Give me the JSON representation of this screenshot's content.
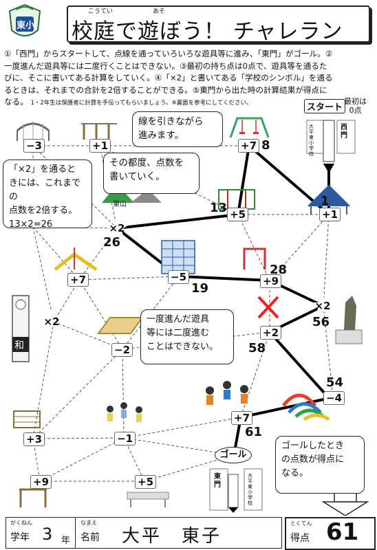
{
  "header": {
    "logo_text": "東小",
    "title": "校庭で遊ぼう！ チャレラン",
    "title_ruby_1": "こうてい",
    "title_ruby_2": "あそ"
  },
  "instructions": {
    "line1": "①「西門」からスタートして、点線を通っていろいろな遊具等に進み、「東門」がゴール。②",
    "line2": "一度進んだ遊具等には二度行くことはできない。③最初の持ち点は0点で、遊具等を通るた",
    "line3": "びに、そこに書いてある計算をしていく。④「×2」と書いてある「学校のシンボル」を通る",
    "line4": "るときは、それまでの合計を2倍することができる。⑤東門から出た時の計算結果が得点に",
    "line5": "なる。",
    "note": "1・2年生は保護者に計算を手伝ってもらいましょう。※裏面を参考にしてください。"
  },
  "start": {
    "label": "スタート",
    "initial": "最初は",
    "initial_value": "0点",
    "gate": "西門",
    "school_sign": "大平東小学校"
  },
  "goal": {
    "label": "ゴール",
    "gate": "東門",
    "school_sign": "大平東小学校"
  },
  "nodes": {
    "n_m3": "−3",
    "n_p1_top": "+1",
    "n_p7_top": "+7",
    "n_p5": "+5",
    "n_p1_right": "+1",
    "n_x2_mid": "×2",
    "n_p7_left": "+7",
    "n_m5": "−5",
    "n_p9": "+9",
    "n_x2_left": "×2",
    "n_m2": "−2",
    "n_p2": "+2",
    "n_x2_right": "×2",
    "n_m4": "−4",
    "n_p7_bottom": "+7",
    "n_p3": "+3",
    "n_m1": "−1",
    "n_p9_bottom": "+9",
    "n_p5_bottom": "+5",
    "kanji_wa": "和",
    "mountain": "東山"
  },
  "running_totals": {
    "t8": "8",
    "t13": "13",
    "t1": "1",
    "t26": "26",
    "t19": "19",
    "t28": "28",
    "t56": "56",
    "t58": "58",
    "t54": "54",
    "t61": "61"
  },
  "bubbles": {
    "draw_line_1": "線を引きながら",
    "draw_line_2": "進みます。",
    "each_time_1": "その都度、点数を",
    "each_time_2": "書いていく。",
    "x2_1": "「×2」を通ると",
    "x2_2": "きには、これまでの",
    "x2_3": "点数を2倍する。",
    "x2_4": "13×2=26",
    "once_1": "一度進んだ遊具",
    "once_2": "等には二度進む",
    "once_3": "ことはできない。",
    "goal_1": "ゴールしたとき",
    "goal_2": "の点数が得点に",
    "goal_3": "なる。"
  },
  "footer": {
    "grade_label": "学年",
    "grade_ruby": "がくねん",
    "grade_value": "3",
    "grade_suffix": "年",
    "name_label": "名前",
    "name_ruby": "なまえ",
    "name_value": "大平　東子",
    "score_label": "得点",
    "score_ruby": "とくてん",
    "score_value": "61"
  }
}
